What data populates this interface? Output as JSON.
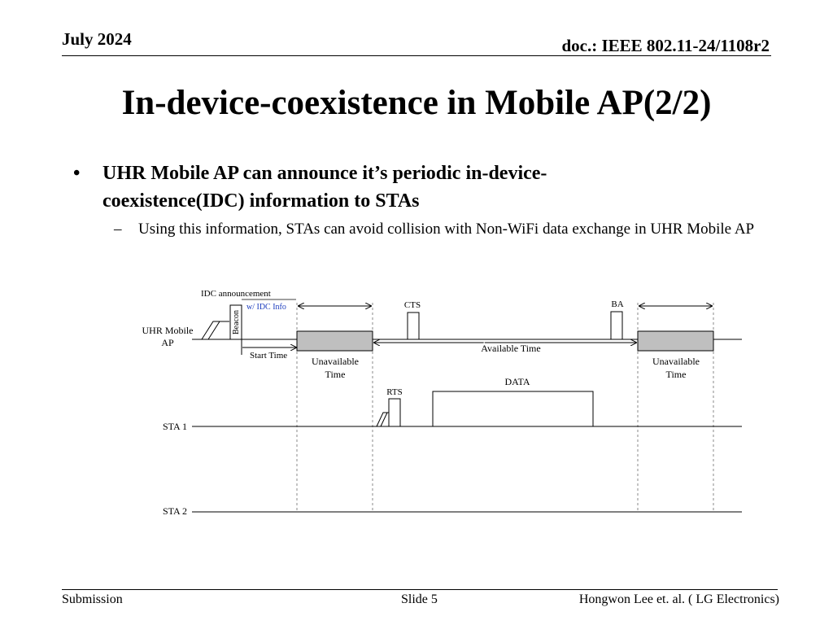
{
  "header": {
    "date": "July 2024",
    "doc": "doc.: IEEE 802.11-24/1108r2"
  },
  "title": "In-device-coexistence in Mobile AP(2/2)",
  "bullet": {
    "text": "UHR Mobile AP can announce it’s periodic in-device-coexistence(IDC) information to STAs",
    "sub": "Using this information, STAs can avoid collision with Non-WiFi data exchange in UHR Mobile AP"
  },
  "diagram": {
    "idc_announcement": "IDC announcement",
    "idc_info": "w/ IDC Info",
    "beacon": "Beacon",
    "ap_label_1": "UHR Mobile",
    "ap_label_2": "AP",
    "start_time": "Start Time",
    "unavailable_1": "Unavailable",
    "unavailable_2": "Time",
    "available_time": "Available Time",
    "cts": "CTS",
    "ba": "BA",
    "rts": "RTS",
    "data": "DATA",
    "sta1": "STA 1",
    "sta2": "STA 2",
    "colors": {
      "unavailable_fill": "#bfbfbf",
      "idc_info_text": "#1f3fbf"
    }
  },
  "footer": {
    "left": "Submission",
    "middle": "Slide 5",
    "right": "Hongwon Lee et. al. ( LG Electronics)"
  }
}
